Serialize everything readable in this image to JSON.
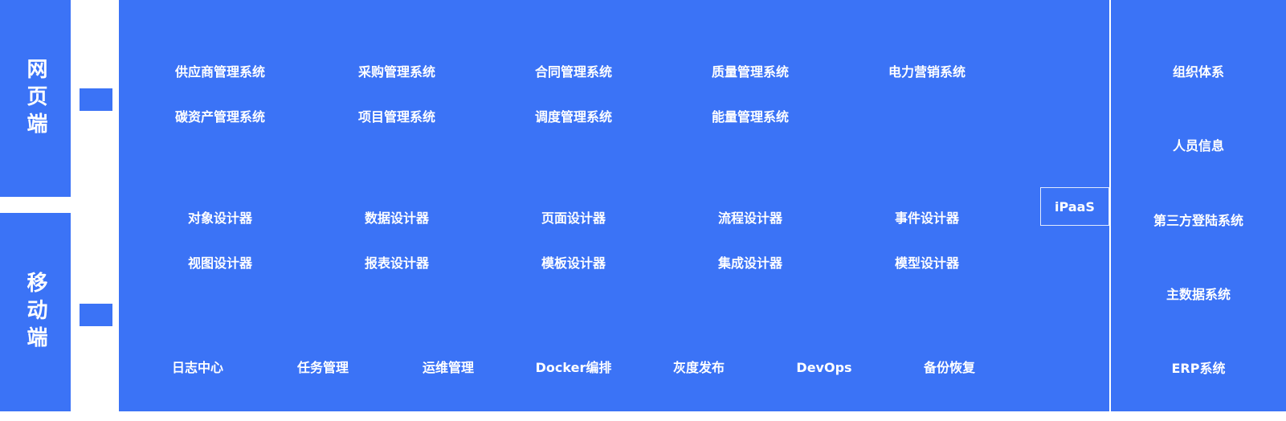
{
  "colors": {
    "primary": "#3B73F6",
    "text": "#FFFFFF",
    "bg": "#FFFFFF"
  },
  "left": {
    "web_label": "网页端",
    "mobile_label": "移动端"
  },
  "center": {
    "systems_row1": [
      "供应商管理系统",
      "采购管理系统",
      "合同管理系统",
      "质量管理系统",
      "电力营销系统"
    ],
    "systems_row2": [
      "碳资产管理系统",
      "项目管理系统",
      "调度管理系统",
      "能量管理系统"
    ],
    "designers_row1": [
      "对象设计器",
      "数据设计器",
      "页面设计器",
      "流程设计器",
      "事件设计器"
    ],
    "designers_row2": [
      "视图设计器",
      "报表设计器",
      "模板设计器",
      "集成设计器",
      "模型设计器"
    ],
    "ops": [
      "日志中心",
      "任务管理",
      "运维管理",
      "Docker编排",
      "灰度发布",
      "DevOps",
      "备份恢复"
    ]
  },
  "ipaas_label": "iPaaS",
  "right": {
    "items": [
      "组织体系",
      "人员信息",
      "第三方登陆系统",
      "主数据系统",
      "ERP系统"
    ]
  }
}
